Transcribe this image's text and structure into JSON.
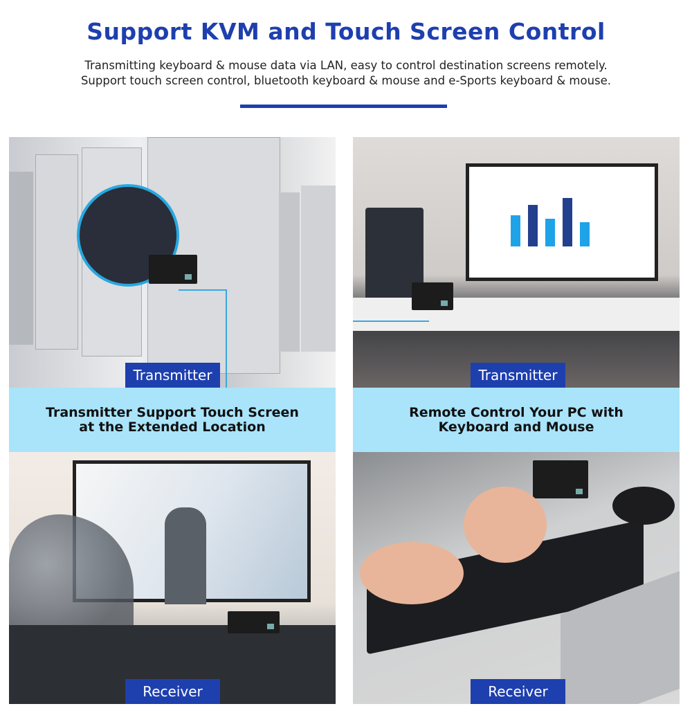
{
  "header": {
    "title": "Support KVM and Touch Screen Control",
    "subtitle_lines": [
      "Transmitting keyboard & mouse data via LAN, easy to control destination screens remotely.",
      "Support touch screen control, bluetooth keyboard & mouse and e-Sports keyboard & mouse."
    ]
  },
  "panels": [
    {
      "top_label": "Transmitter",
      "caption_lines": [
        "Transmitter Support Touch Screen",
        "at the Extended Location"
      ],
      "bottom_label": "Receiver"
    },
    {
      "top_label": "Transmitter",
      "caption_lines": [
        "Remote Control Your PC with",
        "Keyboard and Mouse"
      ],
      "bottom_label": "Receiver"
    }
  ],
  "colors": {
    "brand_blue": "#1e3fae",
    "caption_band": "#a9e4fb"
  }
}
